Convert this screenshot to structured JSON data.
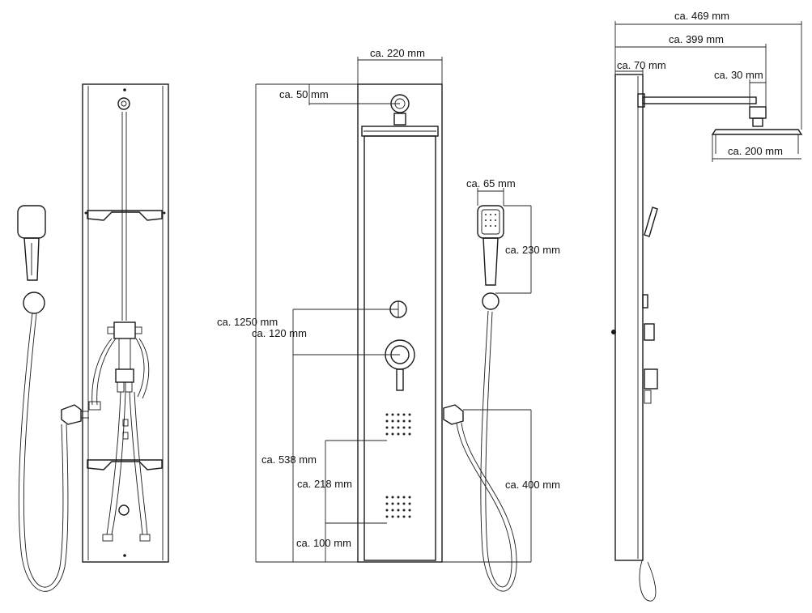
{
  "dimensions": {
    "panel_width": "ca. 220 mm",
    "head_offset": "ca. 50 mm",
    "total_height": "ca. 1250 mm",
    "valve_gap": "ca. 120 mm",
    "valve_height": "ca. 538 mm",
    "jet_gap": "ca. 218 mm",
    "jet_bottom": "ca. 100 mm",
    "handshower_width": "ca. 65 mm",
    "handshower_length": "ca. 230 mm",
    "outlet_height": "ca. 400 mm",
    "arm_total": "ca. 469 mm",
    "arm_length": "ca. 399 mm",
    "panel_depth": "ca. 70 mm",
    "head_thickness": "ca. 30 mm",
    "head_diameter": "ca. 200 mm"
  }
}
